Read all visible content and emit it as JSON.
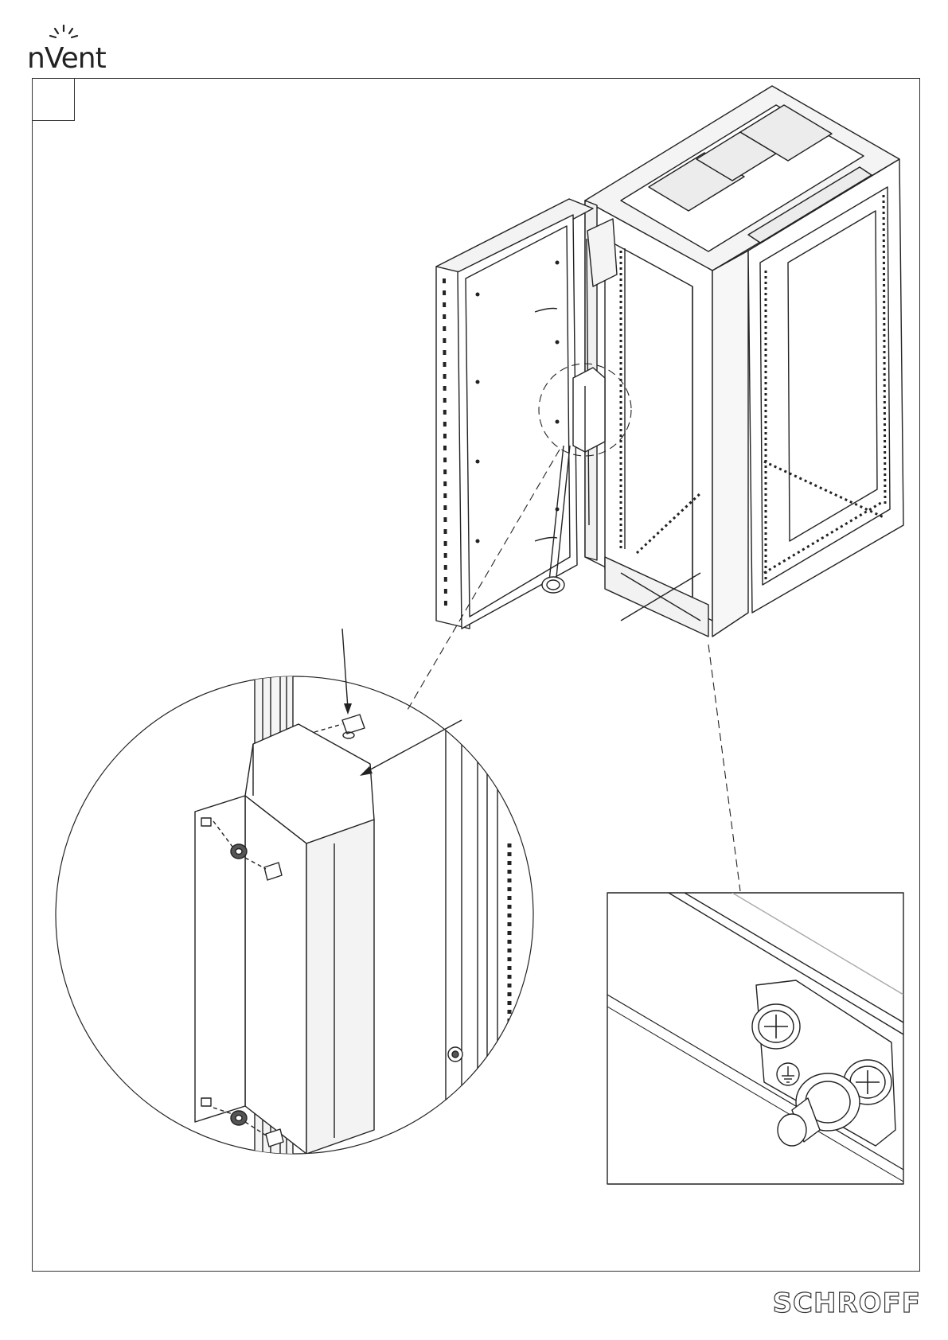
{
  "header": {
    "logo_text": "nVent",
    "logo_icon": "sunburst-icon"
  },
  "step": {
    "number": ""
  },
  "footer": {
    "brand_text": "SCHROFF"
  },
  "diagram": {
    "subject": "cabinet-door-grounding-assembly",
    "views": [
      "cabinet-overview",
      "hinge-detail-circle",
      "ground-stud-detail-box"
    ]
  }
}
